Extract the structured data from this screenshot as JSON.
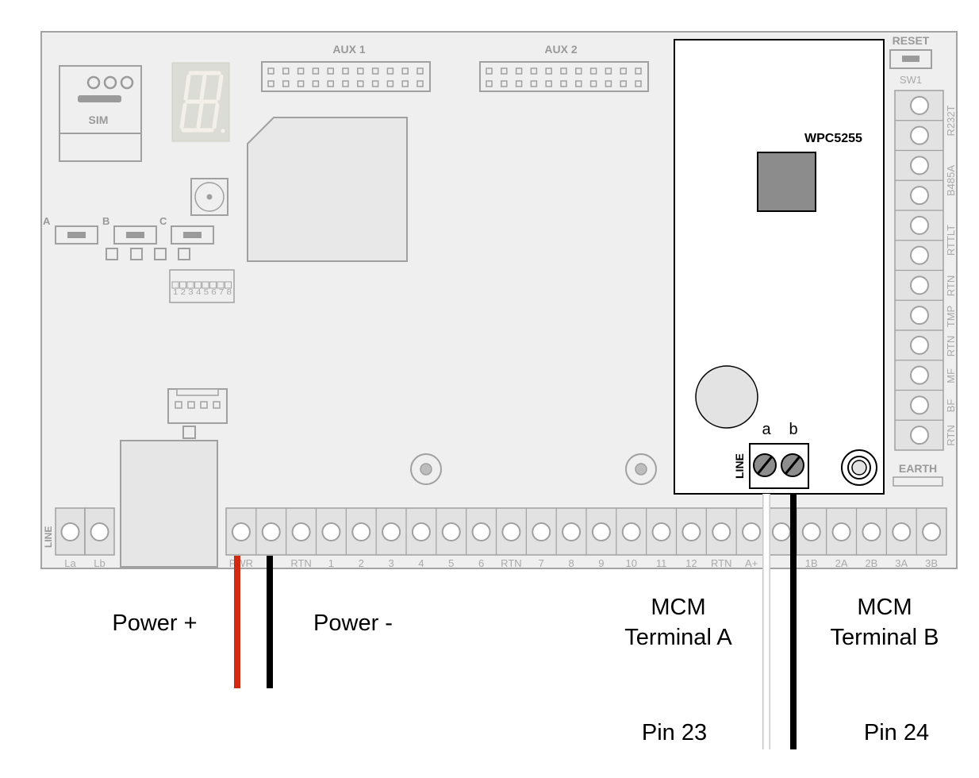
{
  "board": {
    "aux1_label": "AUX 1",
    "aux2_label": "AUX 2",
    "sim_label": "SIM",
    "switch_a": "A",
    "switch_b": "B",
    "switch_c": "C",
    "dip_numbers": "1 2 3 4 5 6 7 8",
    "reset_label": "RESET",
    "sw1_label": "SW1",
    "earth_label": "EARTH",
    "line_left_label": "LINE",
    "line_left_terminals": [
      "La",
      "Lb"
    ],
    "bottom_terminals": [
      "PWR",
      "-",
      "RTN",
      "1",
      "2",
      "3",
      "4",
      "5",
      "6",
      "RTN",
      "7",
      "8",
      "9",
      "10",
      "11",
      "12",
      "RTN",
      "A+",
      "",
      "1B",
      "2A",
      "2B",
      "3A",
      "3B"
    ],
    "right_terminals": [
      "R232T",
      "B485A",
      "RTTLT",
      "RTN",
      "TMP",
      "RTN",
      "MF",
      "BF",
      "RTN"
    ]
  },
  "module": {
    "name": "WPC5255",
    "terminal_a": "a",
    "terminal_b": "b",
    "line_label": "LINE"
  },
  "captions": {
    "power_plus": "Power +",
    "power_minus": "Power -",
    "mcm_a_line1": "MCM",
    "mcm_a_line2": "Terminal A",
    "mcm_b_line1": "MCM",
    "mcm_b_line2": "Terminal B",
    "pin23": "Pin 23",
    "pin24": "Pin 24"
  },
  "colors": {
    "wire_power_plus": "#d02a10",
    "wire_power_minus": "#000000",
    "wire_terminal_a": "#ffffff",
    "wire_terminal_b": "#000000",
    "board_fill": "#efefef",
    "component_grey": "#a0a0a0"
  }
}
